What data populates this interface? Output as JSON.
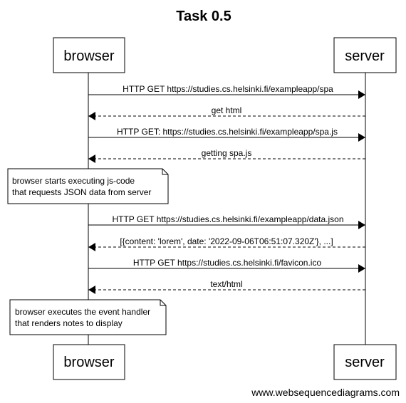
{
  "title": "Task 0.5",
  "actors": {
    "browser": "browser",
    "server": "server"
  },
  "messages": [
    {
      "from": "browser",
      "to": "server",
      "style": "solid",
      "label": "HTTP GET https://studies.cs.helsinki.fi/exampleapp/spa"
    },
    {
      "from": "server",
      "to": "browser",
      "style": "dashed",
      "label": "get html"
    },
    {
      "from": "browser",
      "to": "server",
      "style": "solid",
      "label": "HTTP GET: https://studies.cs.helsinki.fi/exampleapp/spa.js"
    },
    {
      "from": "server",
      "to": "browser",
      "style": "dashed",
      "label": "getting spa.js"
    },
    {
      "from": "browser",
      "to": "server",
      "style": "solid",
      "label": "HTTP GET https://studies.cs.helsinki.fi/exampleapp/data.json"
    },
    {
      "from": "server",
      "to": "browser",
      "style": "dashed",
      "label": "[{content: 'lorem', date: '2022-09-06T06:51:07.320Z'}, ...]"
    },
    {
      "from": "browser",
      "to": "server",
      "style": "solid",
      "label": "HTTP GET https://studies.cs.helsinki.fi/favicon.ico"
    },
    {
      "from": "server",
      "to": "browser",
      "style": "dashed",
      "label": "text/html"
    }
  ],
  "notes": [
    {
      "over": "browser",
      "lines": [
        "browser starts executing js-code",
        "that requests JSON data from server"
      ]
    },
    {
      "over": "browser",
      "lines": [
        "browser executes the event handler",
        "that renders notes to display"
      ]
    }
  ],
  "footer": "www.websequencediagrams.com"
}
